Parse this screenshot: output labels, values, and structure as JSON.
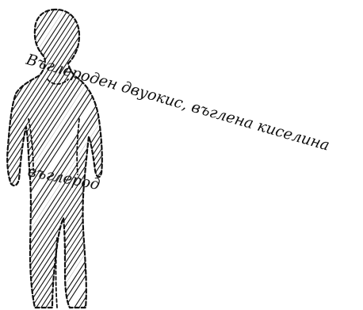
{
  "labels": {
    "label_1": "Въглероден двуокис, въглена киселина",
    "label_2": "въглерод"
  },
  "colors": {
    "ink": "#111111",
    "background": "#ffffff"
  },
  "figure": {
    "icon": "human-silhouette-icon",
    "style": "dashed-outline-hatched"
  }
}
